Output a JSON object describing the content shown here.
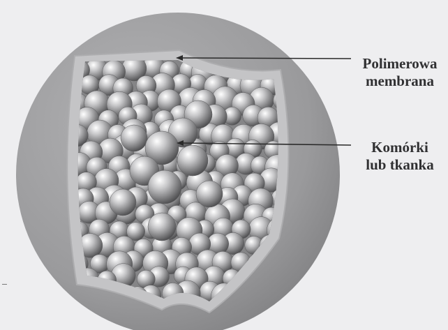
{
  "labels": {
    "membrane_line1": "Polimerowa",
    "membrane_line2": "membrana",
    "cells_line1": "Komórki",
    "cells_line2": "lub tkanka"
  },
  "colors": {
    "background": "#eeeef0",
    "outer_capsule": "#9a9a9c",
    "membrane_rim": "#c4c4c6",
    "cavity": "#858587",
    "cell_light": "#ffffff",
    "cell_dark": "#4a4a4c",
    "label_text": "#303032",
    "arrow": "#2a2a2a"
  },
  "icons": [
    "sphere-cell-icon",
    "arrow-head-icon"
  ]
}
